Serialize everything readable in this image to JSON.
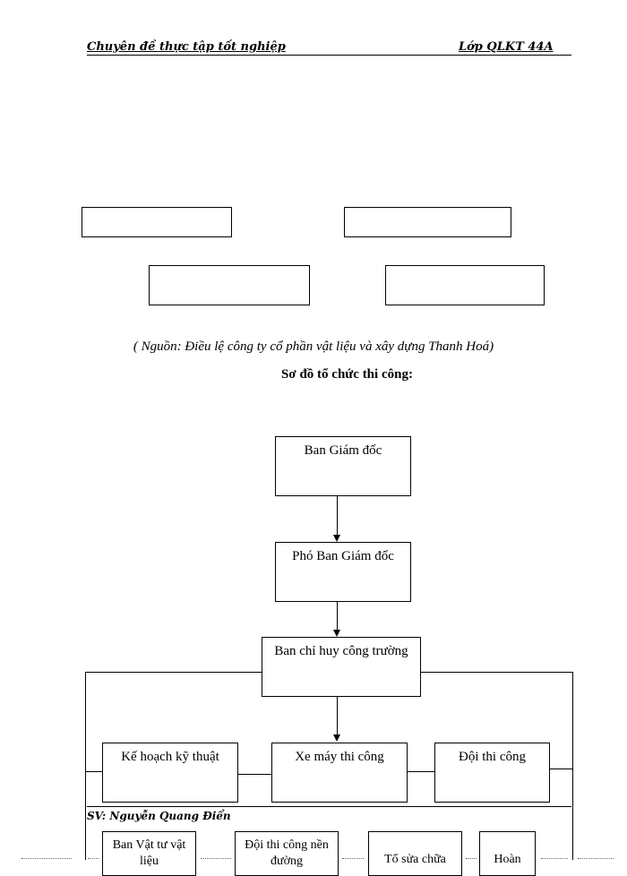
{
  "header": {
    "left": "Chuyên đề thực tập tốt nghiệp",
    "right": "Lớp QLKT 44A"
  },
  "source_note": "( Nguồn: Điều lệ công ty cổ phần vật liệu và xây dựng Thanh Hoá)",
  "chart_title": "Sơ đồ tổ chức thi công:",
  "org": {
    "director": "Ban Giám đốc",
    "deputy": "Phó Ban Giám đốc",
    "site_command": "Ban chỉ huy công trường",
    "level3": [
      "Kế hoạch kỹ thuật",
      "Xe máy thi công",
      "Đội thi công"
    ],
    "level4": [
      "Ban Vật tư vật liệu",
      "Đội thi công nền đường",
      "Tổ sửa chữa",
      "Hoàn"
    ]
  },
  "footer": {
    "student": "SV: Nguyễn Quang Điển"
  }
}
